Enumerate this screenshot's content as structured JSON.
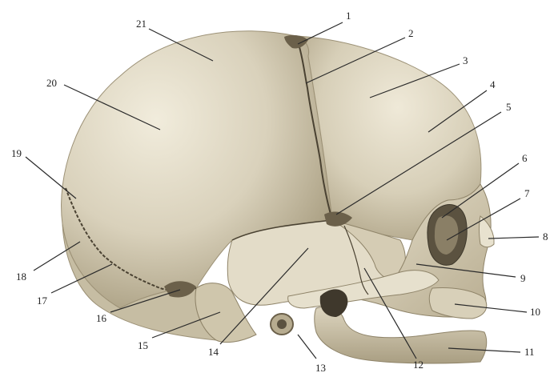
{
  "colors": {
    "background": "#ffffff",
    "bone": "#d9d1bb",
    "bone_light": "#ece6d4",
    "bone_shadow": "#b3a88b",
    "suture": "#4a4232",
    "fontanelle": "#6b604a",
    "leader": "#2a2a2a"
  },
  "labels": [
    {
      "id": "1",
      "text": "1"
    },
    {
      "id": "2",
      "text": "2"
    },
    {
      "id": "3",
      "text": "3"
    },
    {
      "id": "4",
      "text": "4"
    },
    {
      "id": "5",
      "text": "5"
    },
    {
      "id": "6",
      "text": "6"
    },
    {
      "id": "7",
      "text": "7"
    },
    {
      "id": "8",
      "text": "8"
    },
    {
      "id": "9",
      "text": "9"
    },
    {
      "id": "10",
      "text": "10"
    },
    {
      "id": "11",
      "text": "11"
    },
    {
      "id": "12",
      "text": "12"
    },
    {
      "id": "13",
      "text": "13"
    },
    {
      "id": "14",
      "text": "14"
    },
    {
      "id": "15",
      "text": "15"
    },
    {
      "id": "16",
      "text": "16"
    },
    {
      "id": "17",
      "text": "17"
    },
    {
      "id": "18",
      "text": "18"
    },
    {
      "id": "19",
      "text": "19"
    },
    {
      "id": "20",
      "text": "20"
    },
    {
      "id": "21",
      "text": "21"
    }
  ]
}
